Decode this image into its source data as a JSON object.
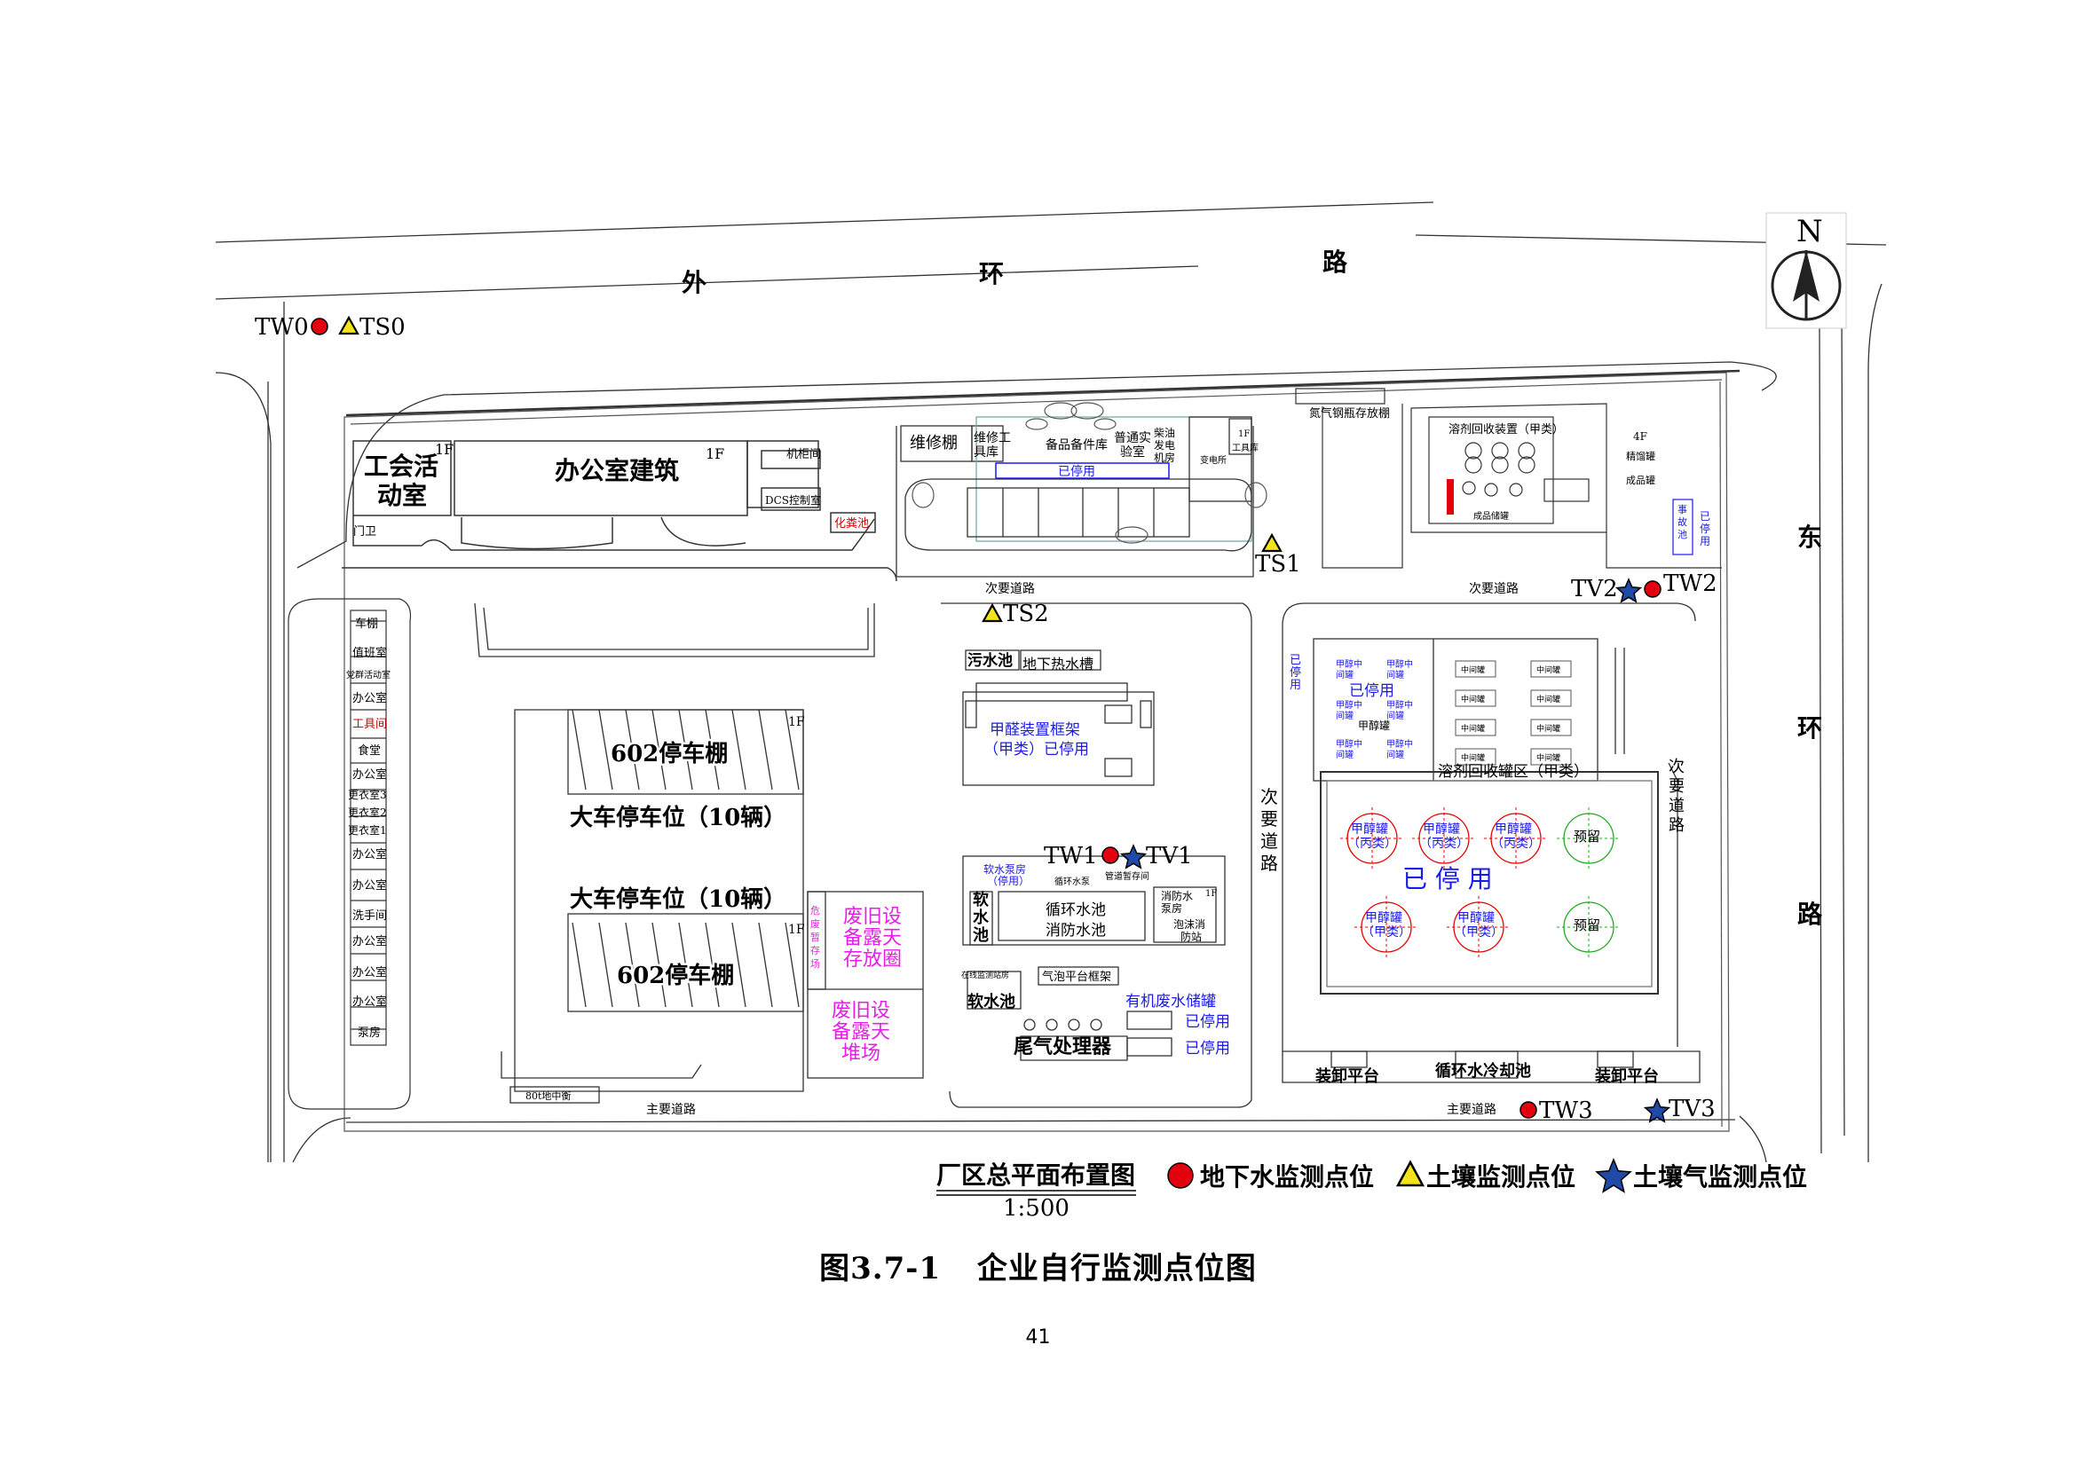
{
  "roads": {
    "north_chars": [
      "外",
      "环",
      "路"
    ],
    "east_chars": [
      "东",
      "环",
      "路"
    ],
    "north_arrow": "N",
    "secondary_road_a": "次要道路",
    "secondary_road_b": "次要道路",
    "secondary_road_vertical": [
      "次",
      "要",
      "道",
      "路"
    ],
    "secondary_road_vertical_2": [
      "次",
      "要",
      "道",
      "路"
    ],
    "main_road_a": "主要道路",
    "main_road_b": "主要道路"
  },
  "buildings": {
    "union_hall": [
      "工会活",
      "动室"
    ],
    "union_floor": "1F",
    "office": "办公室建筑",
    "office_floor": "1F",
    "machine_room": "机柜间",
    "dcs": "DCS控制室",
    "chem_pool": "化粪池",
    "guard": "门卫",
    "repair_shed": "维修棚",
    "repair_tools": [
      "维修工",
      "具库"
    ],
    "spare_parts": "备品备件库",
    "general_lab": [
      "普通实",
      "验室"
    ],
    "diesel_gen": [
      "柴油",
      "发电",
      "机房"
    ],
    "power_room": "变电所",
    "tool_room_1f": [
      "1F",
      "工具库"
    ],
    "stopped": "已停用",
    "nitrogen": "氮气钢瓶存放棚",
    "solvent_recovery": "溶剂回收装置（甲类）",
    "finished_area": "成品储罐",
    "floor_4f": "4F",
    "fine_tank": "精馏罐",
    "product_tank": "成品罐",
    "accident_pool": [
      "事",
      "故",
      "池"
    ],
    "accident_stopped": [
      "已",
      "停",
      "用"
    ],
    "left_rooms": [
      "车棚",
      "值班室",
      "党群活动室",
      "办公室",
      "工具间",
      "食堂",
      "办公室",
      "更衣室3",
      "更衣室2",
      "更衣室1",
      "办公室",
      "办公室",
      "洗手间",
      "办公室",
      "办公室",
      "办公室",
      "泵房"
    ],
    "parking_602_a": "602停车棚",
    "parking_602_b": "602停车棚",
    "parking_floor_a": "1F",
    "parking_floor_b": "1F",
    "truck_parking_a": "大车停车位（10辆）",
    "truck_parking_b": "大车停车位（10辆）",
    "waste_yard_side": [
      "危",
      "废",
      "暂",
      "存",
      "场"
    ],
    "waste_yard_a": [
      "废旧设",
      "备露天",
      "存放圈"
    ],
    "waste_yard_b": [
      "废旧设",
      "备露天",
      "堆场"
    ],
    "sewage_pool": "污水池",
    "underground_tank": "地下热水槽",
    "formaldehyde": [
      "甲醛装置框架",
      "（甲类）已停用"
    ],
    "soft_water_room": [
      "软水泵房",
      "（停用）"
    ],
    "circ_pump": "循环水泵",
    "pipe_room": "管道暂存间",
    "soft_pool": [
      "软",
      "水",
      "池"
    ],
    "circ_pool": "循环水池",
    "fire_pool": "消防水池",
    "fire_pump_room": [
      "消防水",
      "泵房"
    ],
    "fire_pump_floor": "1F",
    "foam_station": [
      "泡沫消",
      "防站"
    ],
    "online_room": "在线监测站房",
    "gas_frame": "气泡平台框架",
    "soft_water_pool_2": "软水池",
    "organic_waste": "有机废水储罐",
    "stopped_1": "已停用",
    "stopped_2": "已停用",
    "tail_gas": "尾气处理器",
    "tank_area_stopped": "已停用",
    "tank_area_side_stopped": [
      "已",
      "停",
      "用"
    ],
    "methanol_small": [
      "甲醇中",
      "间罐"
    ],
    "methanol_label": "甲醇罐",
    "solvent_tank_area": "溶剂回收罐区（甲类）",
    "small_tank_label": "中间罐",
    "big_stopped": "已 停 用",
    "methanol_c": [
      "甲醇罐",
      "（丙类）"
    ],
    "methanol_a": [
      "甲醇罐",
      "（甲类）"
    ],
    "reserve": "预留",
    "loading_1": "装卸平台",
    "loading_2": "装卸平台",
    "cooling_pool": "循环水冷却池",
    "underground_80t": "80t地中衡"
  },
  "markers": {
    "TW0": "TW0",
    "TS0": "TS0",
    "TS1": "TS1",
    "TS2": "TS2",
    "TV2": "TV2",
    "TW2": "TW2",
    "TW1": "TW1",
    "TV1": "TV1",
    "TW3": "TW3",
    "TV3": "TV3"
  },
  "legend": {
    "title": "厂区总平面布置图",
    "scale": "1:500",
    "groundwater": "地下水监测点位",
    "soil": "土壤监测点位",
    "soil_gas": "土壤气监测点位"
  },
  "colors": {
    "groundwater": "#e3000f",
    "soil": "#f5e31a",
    "soil_gas": "#1f4aa8",
    "stopped_blue": "#1a1aee",
    "magenta": "#e61ee6",
    "red_circle": "#e60000",
    "green_circle": "#22aa22"
  },
  "caption": {
    "number": "图3.7-1",
    "title": "企业自行监测点位图"
  },
  "page_number": "41"
}
